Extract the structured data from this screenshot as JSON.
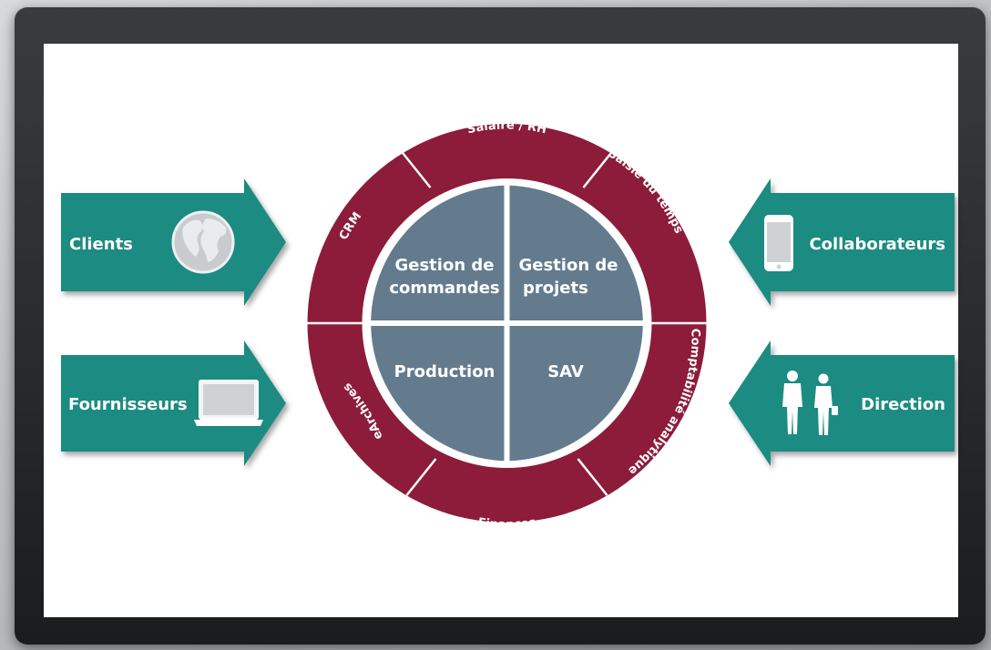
{
  "center": {
    "quadrants": [
      {
        "line1": "Gestion de",
        "line2": "commandes"
      },
      {
        "line1": "Gestion de",
        "line2": "projets"
      },
      {
        "line1": "Production",
        "line2": ""
      },
      {
        "line1": "SAV",
        "line2": ""
      }
    ]
  },
  "ring": {
    "segments": [
      "Salaire / RH",
      "Saisie du temps",
      "Comptabilité analytique",
      "Finances",
      "eArchives",
      "CRM"
    ]
  },
  "arrows": {
    "left": [
      {
        "label": "Clients",
        "icon": "globe-icon"
      },
      {
        "label": "Fournisseurs",
        "icon": "laptop-icon"
      }
    ],
    "right": [
      {
        "label": "Collaborateurs",
        "icon": "smartphone-icon"
      },
      {
        "label": "Direction",
        "icon": "people-icon"
      }
    ]
  },
  "colors": {
    "ring": "#8c1c3a",
    "quadrant": "#647b8e",
    "arrow": "#1b8b82"
  }
}
